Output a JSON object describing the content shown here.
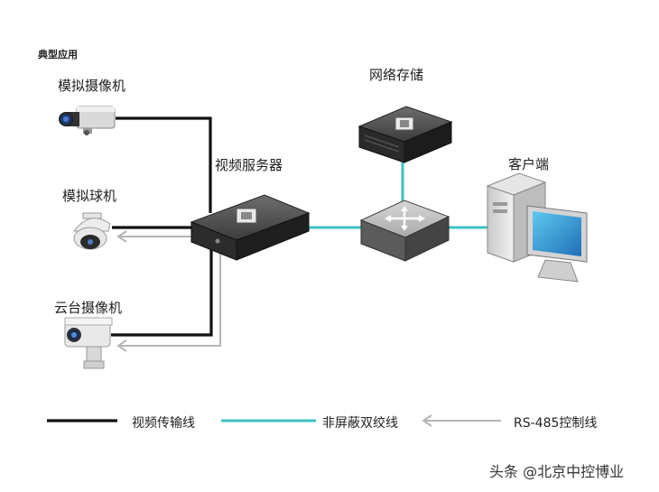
{
  "title": "典型应用",
  "nodes": {
    "analog_camera": "模拟摄像机",
    "dome_camera": "模拟球机",
    "ptz_camera": "云台摄像机",
    "video_server": "视频服务器",
    "network_storage": "网络存储",
    "client": "客户端"
  },
  "legend": {
    "video_cable": "视频传输线",
    "twisted_pair": "非屏蔽双绞线",
    "rs485": "RS-485控制线"
  },
  "watermark": "头条 @北京中控博业",
  "colors": {
    "video_cable": "#111111",
    "twisted_pair": "#3ec1c1",
    "rs485": "#bbbbbb"
  }
}
